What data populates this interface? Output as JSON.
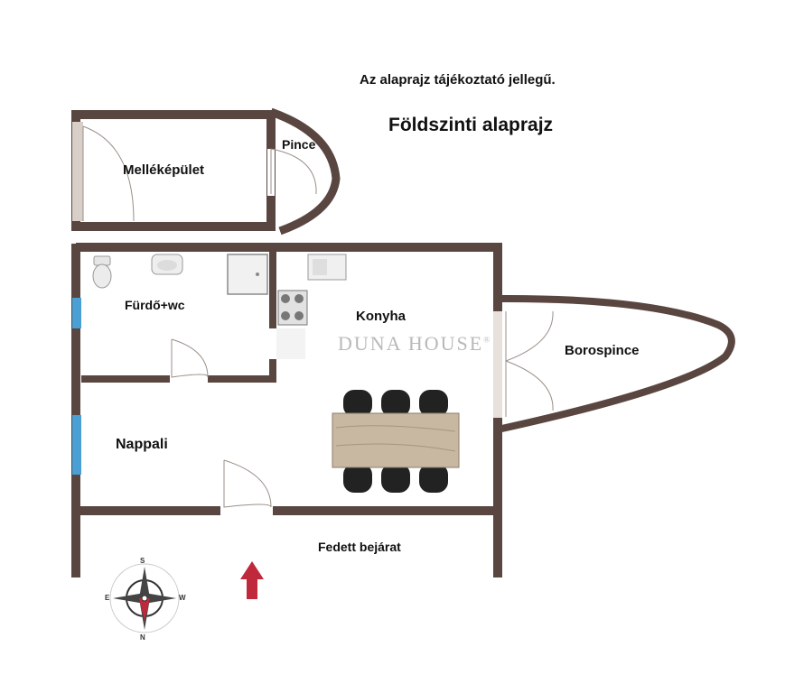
{
  "header": {
    "note": "Az alaprajz tájékoztató jellegű.",
    "title": "Földszinti alaprajz"
  },
  "rooms": {
    "mellekepulet": "Melléképület",
    "pince": "Pince",
    "furdo": "Fürdő+wc",
    "konyha": "Konyha",
    "borospince": "Borospince",
    "nappali": "Nappali",
    "fedett_bejarat": "Fedett bejárat"
  },
  "watermark": "DUNA HOUSE",
  "compass": {
    "top": "S",
    "bottom": "N",
    "left": "E",
    "right": "W"
  },
  "colors": {
    "wall": "#5a4640",
    "window": "#4a9fd4",
    "arrow": "#c0283c",
    "table": "#c8b8a2"
  },
  "icons": [
    "compass-icon",
    "entrance-arrow-icon",
    "toilet-icon",
    "sink-icon",
    "shower-icon",
    "stove-icon",
    "dining-table-icon"
  ]
}
